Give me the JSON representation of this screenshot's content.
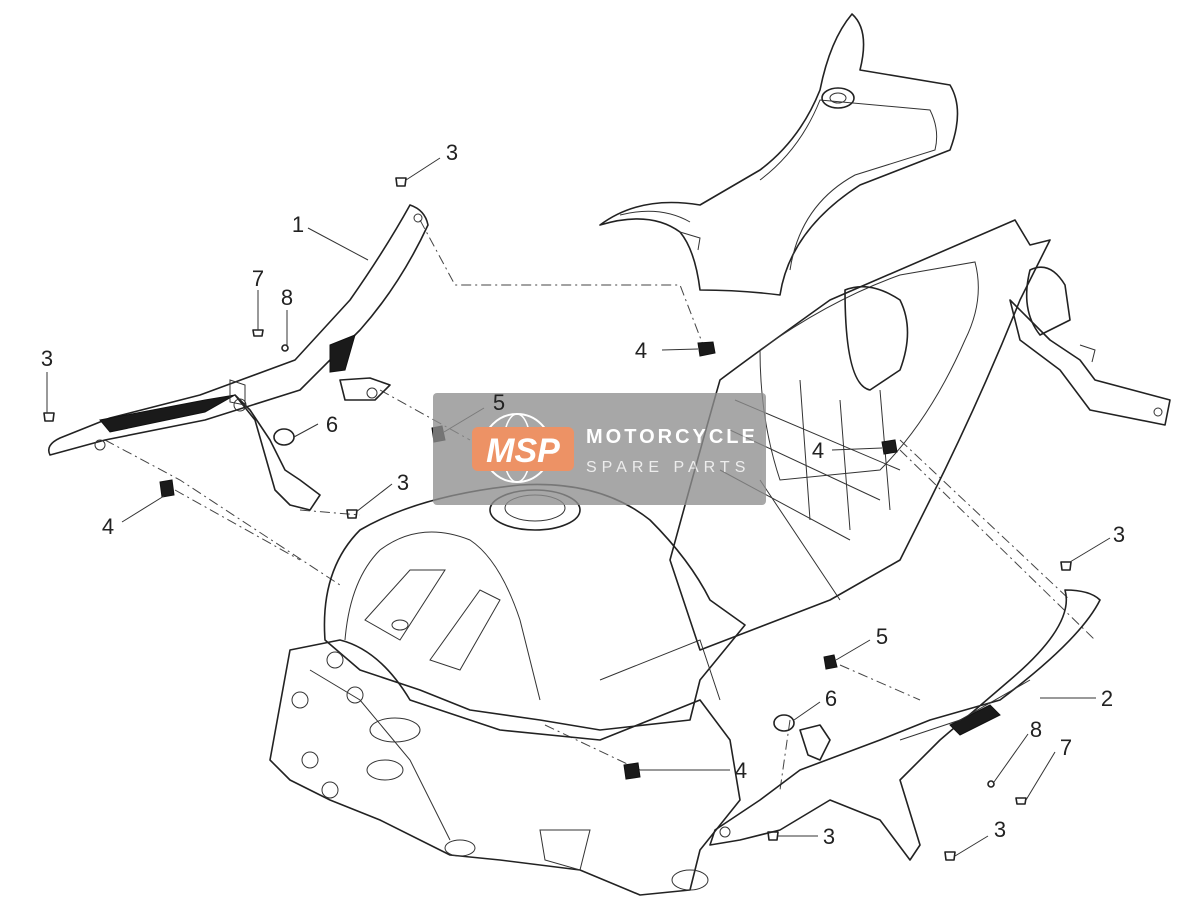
{
  "callouts": [
    {
      "label": "3"
    },
    {
      "label": "1"
    },
    {
      "label": "7"
    },
    {
      "label": "8"
    },
    {
      "label": "3"
    },
    {
      "label": "6"
    },
    {
      "label": "5"
    },
    {
      "label": "3"
    },
    {
      "label": "4"
    },
    {
      "label": "4"
    },
    {
      "label": "4"
    },
    {
      "label": "3"
    },
    {
      "label": "5"
    },
    {
      "label": "2"
    },
    {
      "label": "6"
    },
    {
      "label": "8"
    },
    {
      "label": "7"
    },
    {
      "label": "4"
    },
    {
      "label": "3"
    },
    {
      "label": "3"
    }
  ],
  "watermark": {
    "logo": "MSP",
    "brand": "MOTORCYCLE",
    "sub": "SPARE PARTS",
    "panel_color": "#8f8f8f",
    "logo_color": "#e8743b"
  }
}
